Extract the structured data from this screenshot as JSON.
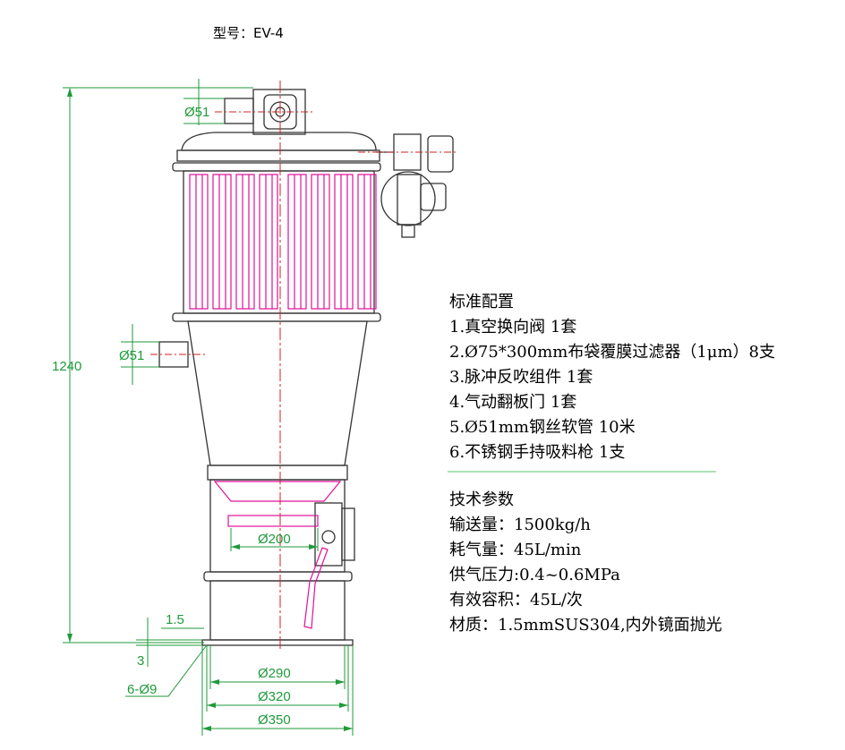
{
  "model": {
    "title": "型号：EV-4"
  },
  "dimensions": {
    "inlet_top": "Ø51",
    "inlet_side": "Ø51",
    "height": "1240",
    "flap": "Ø200",
    "plate_thickness": "1.5",
    "offset": "3",
    "holes": "6-Ø9",
    "d1": "Ø290",
    "d2": "Ø320",
    "d3": "Ø350"
  },
  "config": {
    "heading": "标准配置",
    "items": [
      "1.真空换向阀 1套",
      "2.Ø75*300mm布袋覆膜过滤器（1μm）8支",
      "3.脉冲反吹组件 1套",
      "4.气动翻板门  1套",
      "5.Ø51mm钢丝软管 10米",
      "6.不锈钢手持吸料枪 1支"
    ]
  },
  "params": {
    "heading": "技术参数",
    "items": [
      "输送量：1500kg/h",
      "耗气量：45L/min",
      "供气压力:0.4~0.6MPa",
      "有效容积：45L/次",
      "材质：1.5mmSUS304,内外镜面抛光"
    ]
  },
  "colors": {
    "outline": "#333333",
    "dimension": "#1f9a3a",
    "filter": "#e0109a",
    "centerline": "#d42020"
  }
}
